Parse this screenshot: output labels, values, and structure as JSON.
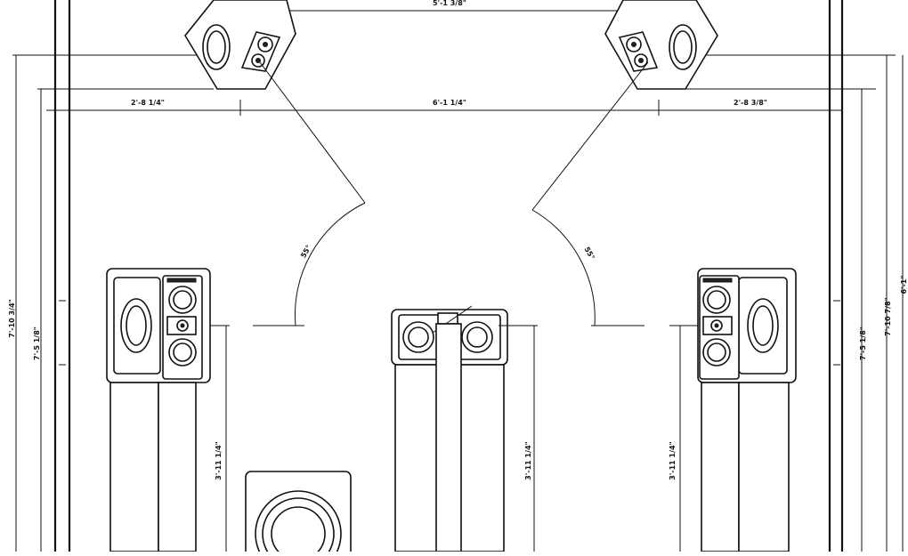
{
  "dimensions": {
    "top_speaker_gap": "5'-1 3/8\"",
    "left_wall_to_speaker": "2'-8 1/4\"",
    "center_width": "6'-1 1/4\"",
    "right_wall_to_speaker": "2'-8 3/8\"",
    "left_outer_height": "7'-10 3/4\"",
    "left_inner_height": "7'-5 1/8\"",
    "right_inner_height": "7'-5 1/8\"",
    "right_outer_height": "7'-10 7/8\"",
    "far_right_height": "6'-1\"",
    "left_tower_height": "3'-11 1/4\"",
    "center_tower_height": "3'-11 1/4\"",
    "right_tower_height": "3'-11 1/4\""
  },
  "angles": {
    "left": "55°",
    "right": "55°"
  }
}
